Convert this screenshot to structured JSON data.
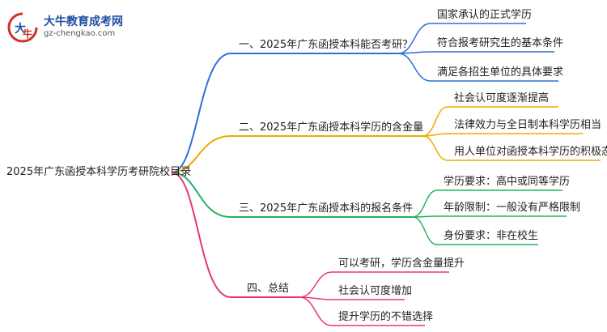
{
  "logo": {
    "title": "大牛教育成考网",
    "url": "gz-chengkao.com"
  },
  "root": "2025年广东函授本科学历考研院校目录",
  "colors": {
    "blue": "#2f6fd6",
    "orange": "#f0a800",
    "green": "#21b35f",
    "pink": "#e8357a"
  },
  "branches": [
    {
      "label": "一、2025年广东函授本科能否考研？",
      "color": "blue",
      "leaves": [
        "国家承认的正式学历",
        "符合报考研究生的基本条件",
        "满足各招生单位的具体要求"
      ]
    },
    {
      "label": "二、2025年广东函授本科学历的含金量",
      "color": "orange",
      "leaves": [
        "社会认可度逐渐提高",
        "法律效力与全日制本科学历相当",
        "用人单位对函授本科学历的积极态度"
      ]
    },
    {
      "label": "三、2025年广东函授本科的报名条件",
      "color": "green",
      "leaves": [
        "学历要求：高中或同等学历",
        "年龄限制：一般没有严格限制",
        "身份要求：非在校生"
      ]
    },
    {
      "label": "四、总结",
      "color": "pink",
      "leaves": [
        "可以考研，学历含金量提升",
        "社会认可度增加",
        "提升学历的不错选择"
      ]
    }
  ]
}
